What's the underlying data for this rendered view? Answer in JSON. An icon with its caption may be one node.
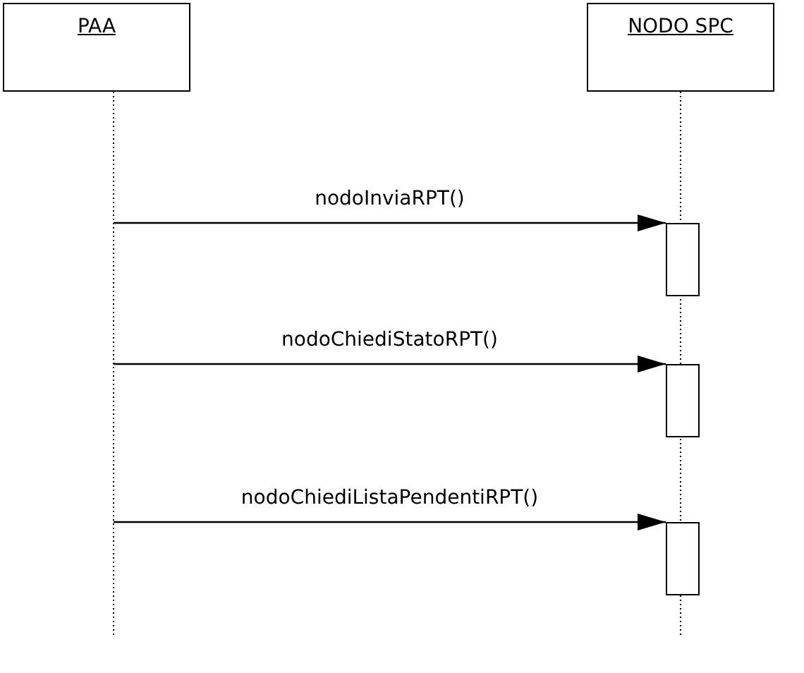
{
  "diagram": {
    "nodes": [
      {
        "text": [
          "PAA"
        ]
      },
      {
        "text": [
          "NODO SPC"
        ]
      },
      {
        "text": [],
        "shape": "bar",
        "in": 1
      },
      {
        "text": [],
        "shape": "bar",
        "in": 1
      },
      {
        "text": [],
        "shape": "bar",
        "in": 1
      }
    ],
    "edges": [
      {
        "from": 0,
        "to": 2,
        "arrow": "to",
        "label": "nodoInviaRPT()"
      },
      {
        "from": 0,
        "to": 3,
        "arrow": "to",
        "label": "nodoChiediStatoRPT()"
      },
      {
        "from": 0,
        "to": 4,
        "arrow": "to",
        "label": "nodoChiediListaPendentiRPT()"
      }
    ]
  }
}
